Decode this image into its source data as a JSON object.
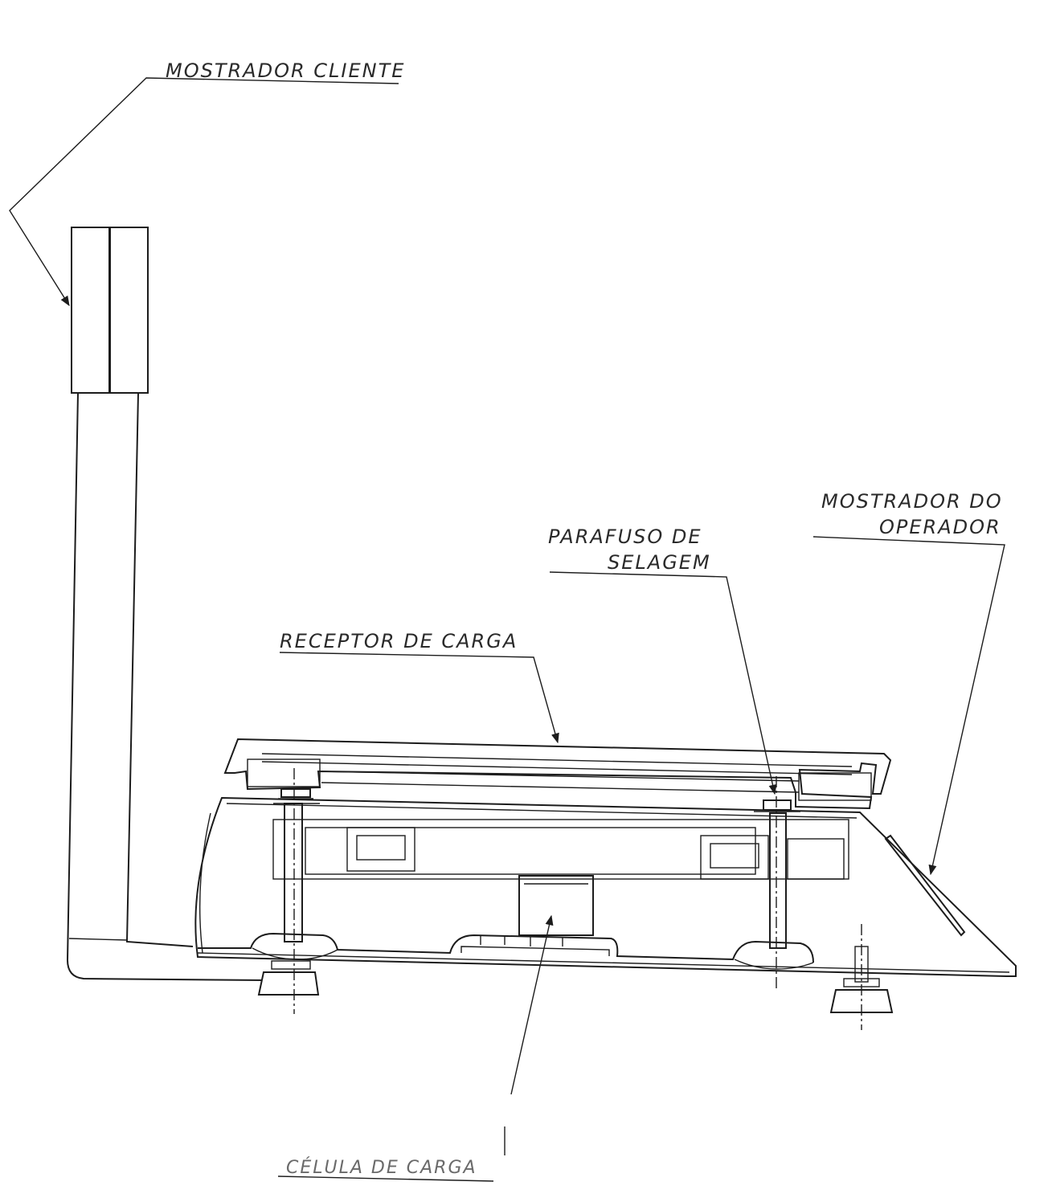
{
  "diagram": {
    "labels": {
      "customer_display": "MOSTRADOR CLIENTE",
      "operator_display_line1": "MOSTRADOR DO",
      "operator_display_line2": "OPERADOR",
      "sealing_screw_line1": "PARAFUSO DE",
      "sealing_screw_line2": "SELAGEM",
      "load_receptor": "RECEPTOR DE CARGA",
      "load_cell": "CÉLULA DE CARGA"
    }
  }
}
